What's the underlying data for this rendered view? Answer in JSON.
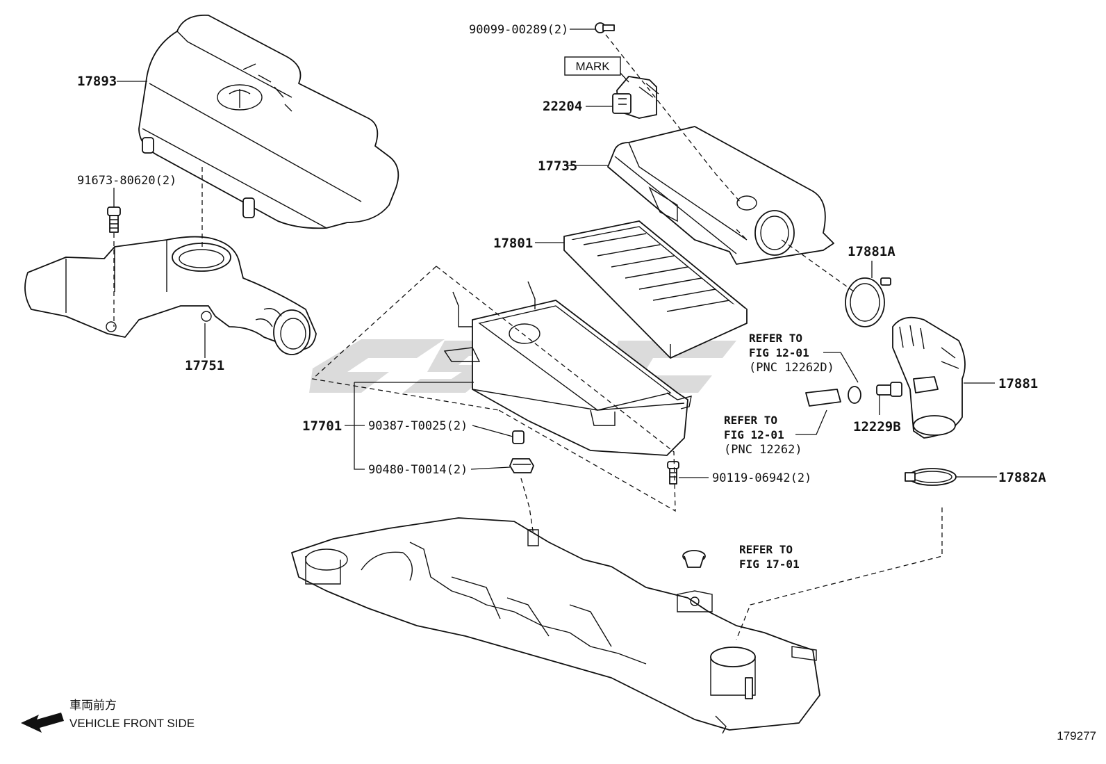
{
  "diagram": {
    "figure_number": "179277",
    "direction": {
      "label_ja": "車両前方",
      "label_en": "VEHICLE FRONT SIDE"
    },
    "mark_label": "MARK",
    "callouts": {
      "c17893": "17893",
      "c91673": "91673-80620(2)",
      "c17751": "17751",
      "c90099": "90099-00289(2)",
      "c22204": "22204",
      "c17735": "17735",
      "c17801": "17801",
      "c17881A": "17881A",
      "c17881": "17881",
      "c12229B": "12229B",
      "c17882A": "17882A",
      "c17701": "17701",
      "c90387": "90387-T0025(2)",
      "c90480": "90480-T0014(2)",
      "c90119": "90119-06942(2)"
    },
    "references": {
      "ref1": [
        "REFER TO",
        "FIG 12-01",
        "(PNC 12262D)"
      ],
      "ref2": [
        "REFER TO",
        "FIG 12-01",
        "(PNC 12262)"
      ],
      "ref3": [
        "REFER TO",
        "FIG 17-01"
      ]
    }
  }
}
